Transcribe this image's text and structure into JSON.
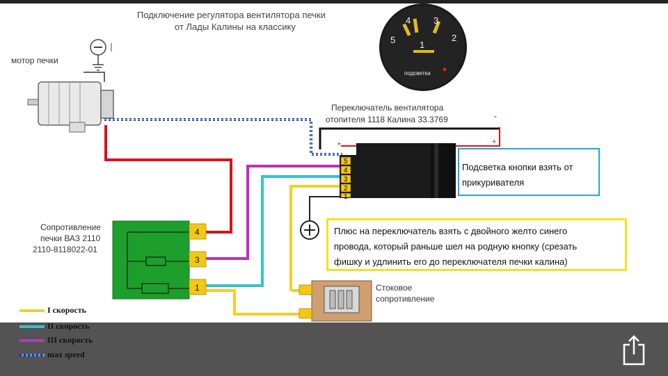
{
  "title": {
    "line1": "Подключение регулятора вентилятора печки",
    "line2": "от Лады Калины на классику"
  },
  "motor": {
    "label": "мотор печки"
  },
  "gauge": {
    "numbers": [
      "5",
      "4",
      "1",
      "3",
      "2"
    ],
    "backlight_label": "подсветка"
  },
  "switch": {
    "label_line1": "Переключатель вентилятора",
    "label_line2": "отопителя 1118 Калина 33.3769",
    "pins": [
      "5",
      "4",
      "3",
      "2",
      "1"
    ],
    "minus_sign": "-",
    "plus_sign": "+",
    "star": "*"
  },
  "resistor": {
    "label_line1": "Сопротивление",
    "label_line2": "печки ВАЗ 2110",
    "label_line3": "2110-8118022-01",
    "pins": [
      "4",
      "3",
      "1"
    ]
  },
  "stock_resistor": {
    "label_line1": "Стоковое",
    "label_line2": "сопротивление"
  },
  "notes": {
    "backlight_line1": "Подсветка кнопки взять от",
    "backlight_line2": "прикуривателя",
    "plus_line1": "Плюс на переключатель взять с двойного желто синего",
    "plus_line2": "провода, который раньше шел на родную кнопку (срезать",
    "plus_line3": "фишку и удлинить его до переключателя печки калина)"
  },
  "legend": [
    {
      "label": "I скорость",
      "color": "#f2cf2a"
    },
    {
      "label": "II скорость",
      "color": "#35c3c9"
    },
    {
      "label": "III скорость",
      "color": "#b53bb4"
    },
    {
      "label": "max speed",
      "color": "#1c3f8c"
    }
  ],
  "colors": {
    "red_wire": "#d6131b",
    "yellow_wire": "#f2cf2a",
    "cyan_wire": "#35c3c9",
    "magenta_wire": "#c02ec0",
    "resistor_green": "#1e9e2c",
    "connector_yellow": "#f5c715",
    "stock_resistor": "#cf9f6f"
  },
  "icons": {
    "share": "share-icon",
    "ground": "ground-icon",
    "plus": "plus-circle-icon"
  }
}
